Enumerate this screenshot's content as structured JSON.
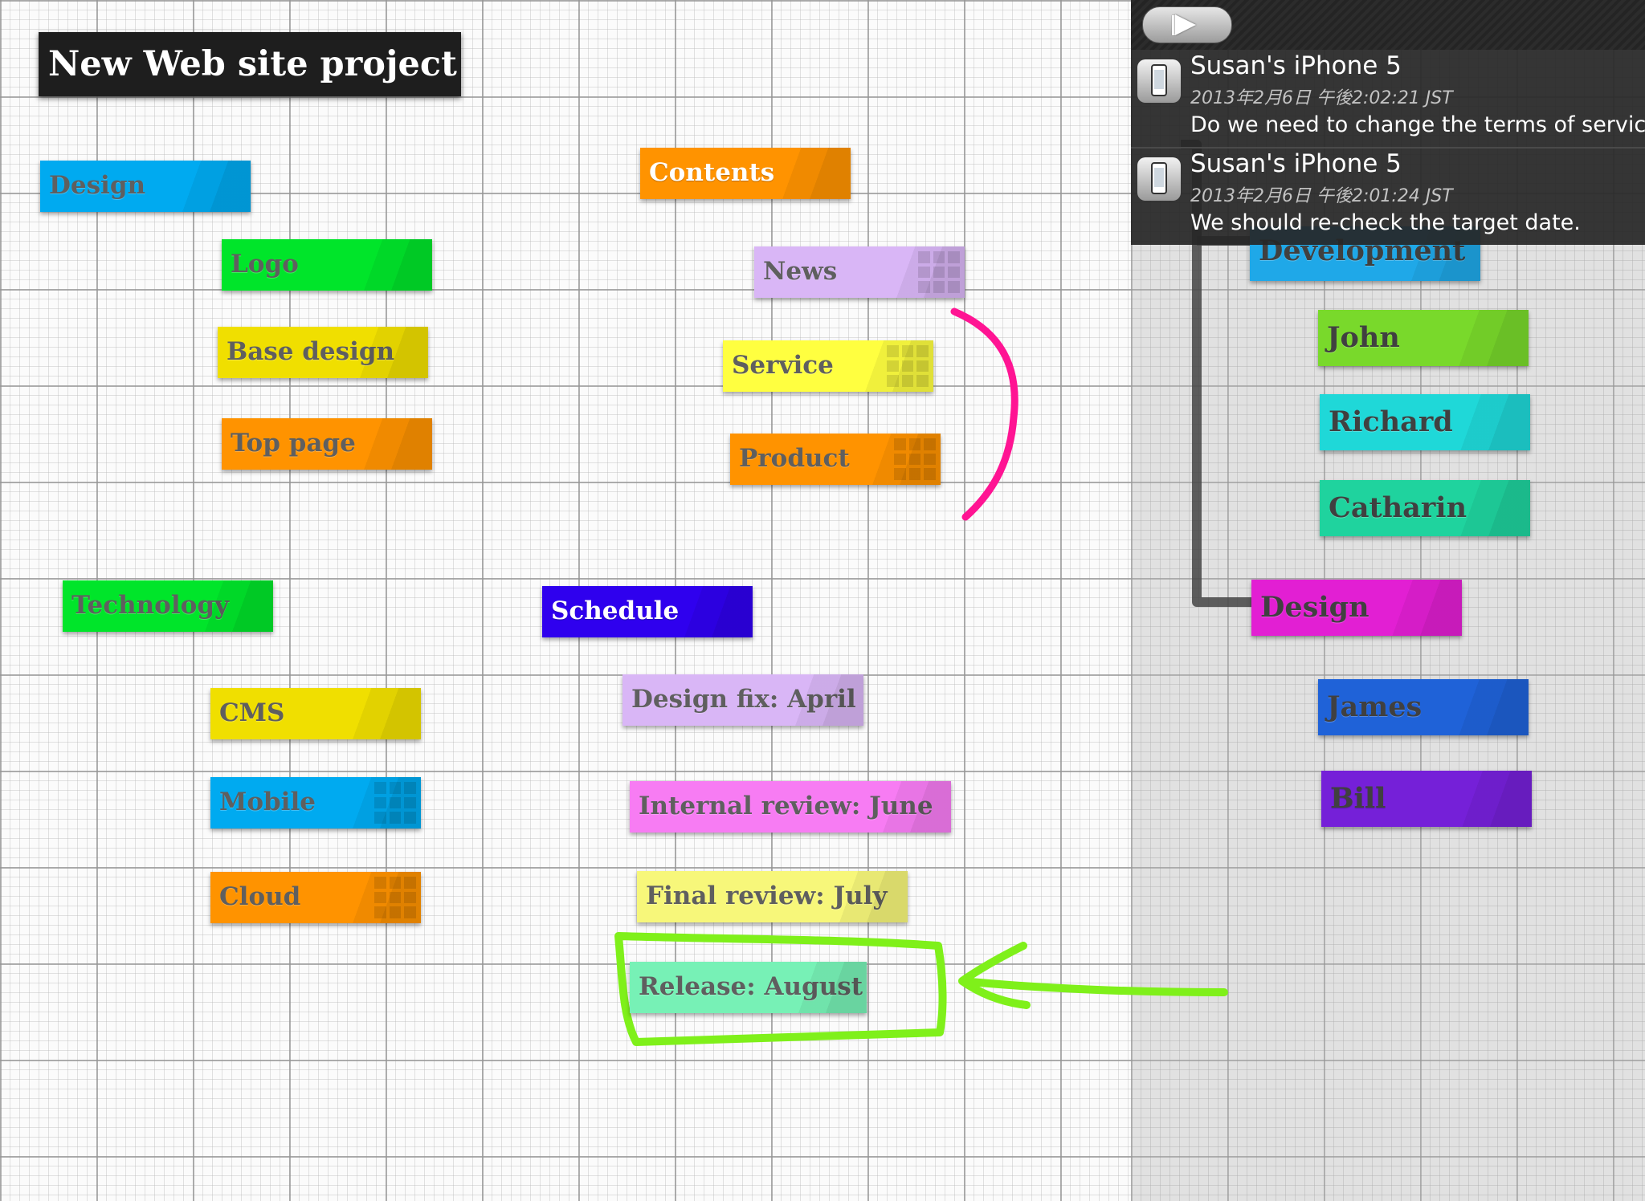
{
  "app": {
    "title": "New Web site project"
  },
  "cards": [
    {
      "id": "design-left",
      "label": "Design",
      "color": "#00aaf0",
      "text": "dark"
    },
    {
      "id": "logo",
      "label": "Logo",
      "color": "#00e52a",
      "text": "dark"
    },
    {
      "id": "base-design",
      "label": "Base design",
      "color": "#f0df00",
      "text": "dark"
    },
    {
      "id": "top-page",
      "label": "Top page",
      "color": "#ff9300",
      "text": "dark"
    },
    {
      "id": "technology",
      "label": "Technology",
      "color": "#00e52a",
      "text": "dark"
    },
    {
      "id": "cms",
      "label": "CMS",
      "color": "#f0df00",
      "text": "dark"
    },
    {
      "id": "mobile",
      "label": "Mobile",
      "color": "#00aaf0",
      "text": "dark"
    },
    {
      "id": "cloud",
      "label": "Cloud",
      "color": "#ff9300",
      "text": "dark"
    },
    {
      "id": "contents",
      "label": "Contents",
      "color": "#ff9300",
      "text": "white"
    },
    {
      "id": "news",
      "label": "News",
      "color": "#d9b6f6",
      "text": "dark"
    },
    {
      "id": "service",
      "label": "Service",
      "color": "#ffff40",
      "text": "dark"
    },
    {
      "id": "product",
      "label": "Product",
      "color": "#ff9300",
      "text": "dark"
    },
    {
      "id": "schedule",
      "label": "Schedule",
      "color": "#2f00ee",
      "text": "white"
    },
    {
      "id": "design-fix",
      "label": "Design fix: April",
      "color": "#d9b6f6",
      "text": "dark"
    },
    {
      "id": "internal-review",
      "label": "Internal review: June",
      "color": "#f77cf3",
      "text": "dark"
    },
    {
      "id": "final-review",
      "label": "Final review: July",
      "color": "#f7f77a",
      "text": "dark"
    },
    {
      "id": "release",
      "label": "Release: August",
      "color": "#77f1b6",
      "text": "dark"
    },
    {
      "id": "development",
      "label": "Development",
      "color": "#1fa8e8",
      "text": "dark"
    },
    {
      "id": "john",
      "label": "John",
      "color": "#79d92b",
      "text": "dark"
    },
    {
      "id": "richard",
      "label": "Richard",
      "color": "#1fd8d8",
      "text": "dark"
    },
    {
      "id": "catharin",
      "label": "Catharin",
      "color": "#1fd39e",
      "text": "dark"
    },
    {
      "id": "design-right",
      "label": "Design",
      "color": "#e21fd3",
      "text": "dark"
    },
    {
      "id": "james",
      "label": "James",
      "color": "#1f62d8",
      "text": "dark"
    },
    {
      "id": "bill",
      "label": "Bill",
      "color": "#7520d8",
      "text": "white"
    }
  ],
  "notifications": [
    {
      "sender": "Susan's iPhone 5",
      "time": "2013年2月6日 午後2:02:21 JST",
      "message": "Do we need to change the terms of service?"
    },
    {
      "sender": "Susan's iPhone 5",
      "time": "2013年2月6日 午後2:01:24 JST",
      "message": "We should re-check the target date."
    }
  ],
  "annotations": {
    "bracket_color": "#ff1493",
    "highlight_color": "#7ff01a",
    "connector_color": "#444444"
  }
}
